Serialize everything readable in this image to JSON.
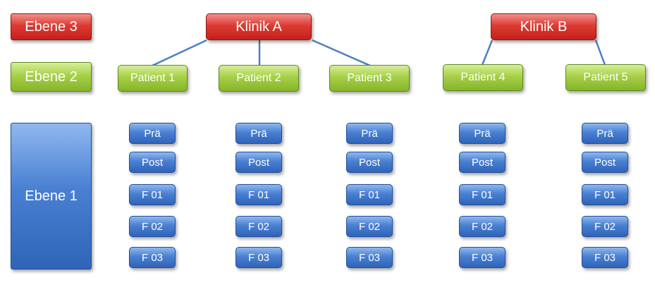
{
  "levels": {
    "level3": "Ebene 3",
    "level2": "Ebene 2",
    "level1": "Ebene 1"
  },
  "clinics": [
    {
      "label": "Klinik A"
    },
    {
      "label": "Klinik B"
    }
  ],
  "patients": [
    {
      "label": "Patient 1",
      "clinic": "Klinik A",
      "items": [
        "Prä",
        "Post",
        "F 01",
        "F 02",
        "F 03"
      ]
    },
    {
      "label": "Patient 2",
      "clinic": "Klinik A",
      "items": [
        "Prä",
        "Post",
        "F 01",
        "F 02",
        "F 03"
      ]
    },
    {
      "label": "Patient 3",
      "clinic": "Klinik A",
      "items": [
        "Prä",
        "Post",
        "F 01",
        "F 02",
        "F 03"
      ]
    },
    {
      "label": "Patient 4",
      "clinic": "Klinik B",
      "items": [
        "Prä",
        "Post",
        "F 01",
        "F 02",
        "F 03"
      ]
    },
    {
      "label": "Patient 5",
      "clinic": "Klinik B",
      "items": [
        "Prä",
        "Post",
        "F 01",
        "F 02",
        "F 03"
      ]
    }
  ],
  "colors": {
    "level3": "#dc3b33",
    "level2": "#a6d047",
    "level1": "#4a80d2",
    "connector": "#4e80c0"
  }
}
